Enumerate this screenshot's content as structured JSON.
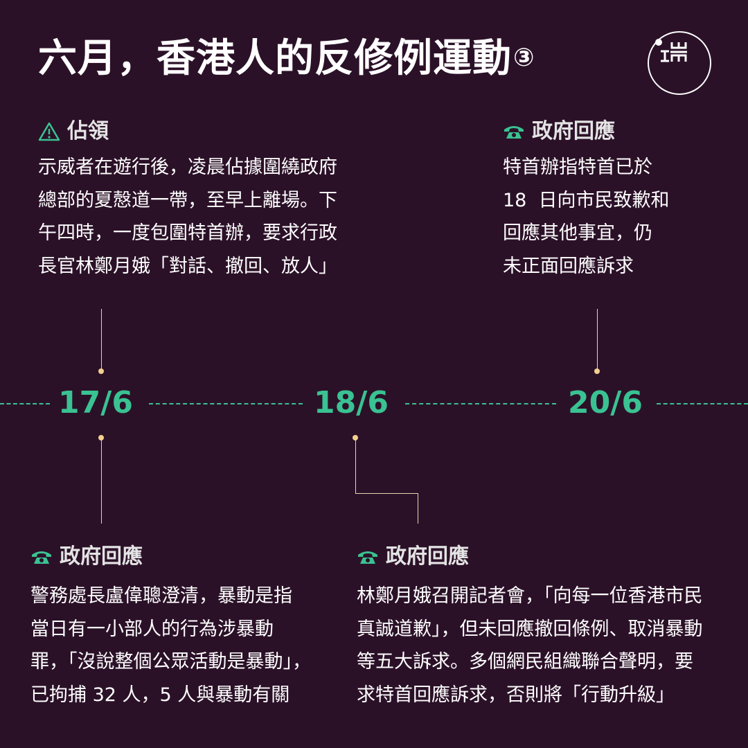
{
  "title": {
    "text": "六月，香港人的反修例運動",
    "number": "③"
  },
  "logo": {
    "icon": "initium-logo"
  },
  "colors": {
    "background": "#2b1128",
    "accent": "#3ac292",
    "connector": "#f3cf8e"
  },
  "events": {
    "occupy": {
      "icon": "warning-icon",
      "heading": "佔領",
      "lines": [
        "示威者在遊行後，凌晨佔據圍繞政府",
        "總部的夏慤道一帶，至早上離場。下",
        "午四時，一度包圍特首辦，要求行政",
        "長官林鄭月娥「對話、撤回、放人」"
      ]
    },
    "response_20": {
      "icon": "telephone-icon",
      "heading": "政府回應",
      "lines": [
        "特首辦指特首已於",
        "18  日向市民致歉和",
        "回應其他事宜，仍",
        "未正面回應訴求"
      ]
    },
    "response_17": {
      "icon": "telephone-icon",
      "heading": "政府回應",
      "lines": [
        "警務處長盧偉聰澄清，暴動是指",
        "當日有一小部人的行為涉暴動",
        "罪，「沒說整個公眾活動是暴動」，",
        "已拘捕 32 人，5 人與暴動有關"
      ]
    },
    "response_18": {
      "icon": "telephone-icon",
      "heading": "政府回應",
      "lines": [
        "林鄭月娥召開記者會，「向每一位香港市民",
        "真誠道歉」，但未回應撤回條例、取消暴動",
        "等五大訴求。多個網民組織聯合聲明，要",
        "求特首回應訴求，否則將「行動升級」"
      ]
    }
  },
  "timeline": {
    "dates": [
      "17/6",
      "18/6",
      "20/6"
    ]
  }
}
